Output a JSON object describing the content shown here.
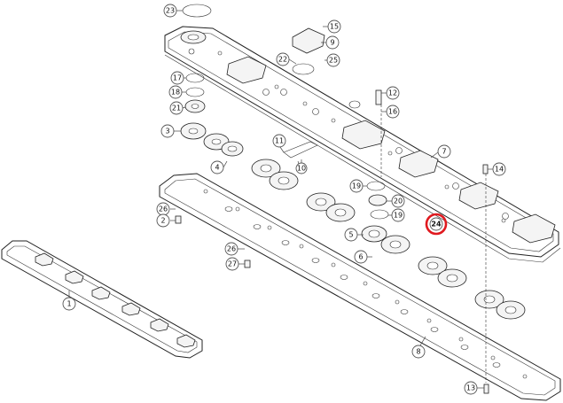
{
  "diagram": {
    "callouts": [
      "23",
      "15",
      "9",
      "22",
      "25",
      "17",
      "18",
      "21",
      "12",
      "16",
      "3",
      "11",
      "10",
      "7",
      "14",
      "4",
      "19",
      "20",
      "19",
      "26",
      "2",
      "24",
      "5",
      "26",
      "6",
      "27",
      "1",
      "8",
      "13"
    ],
    "highlighted_callout": "24",
    "highlight_color": "#e0191f"
  }
}
